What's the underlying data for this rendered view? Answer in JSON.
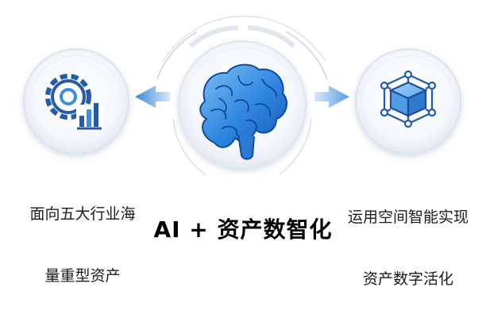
{
  "diagram": {
    "title": "AI + 资产数智化",
    "left_node": {
      "icon": "gear-chart-icon",
      "caption_line1": "面向五大行业海",
      "caption_line2": "量重型资产"
    },
    "center_node": {
      "icon": "brain-icon"
    },
    "right_node": {
      "icon": "network-cube-icon",
      "caption_line1": "运用空间智能实现",
      "caption_line2": "资产数字活化"
    },
    "colors": {
      "accent_blue": "#2d7fd9",
      "light_blue": "#9cc8f2",
      "brain_blue": "#1e6fd0",
      "icon_dark": "#245aa8"
    }
  }
}
